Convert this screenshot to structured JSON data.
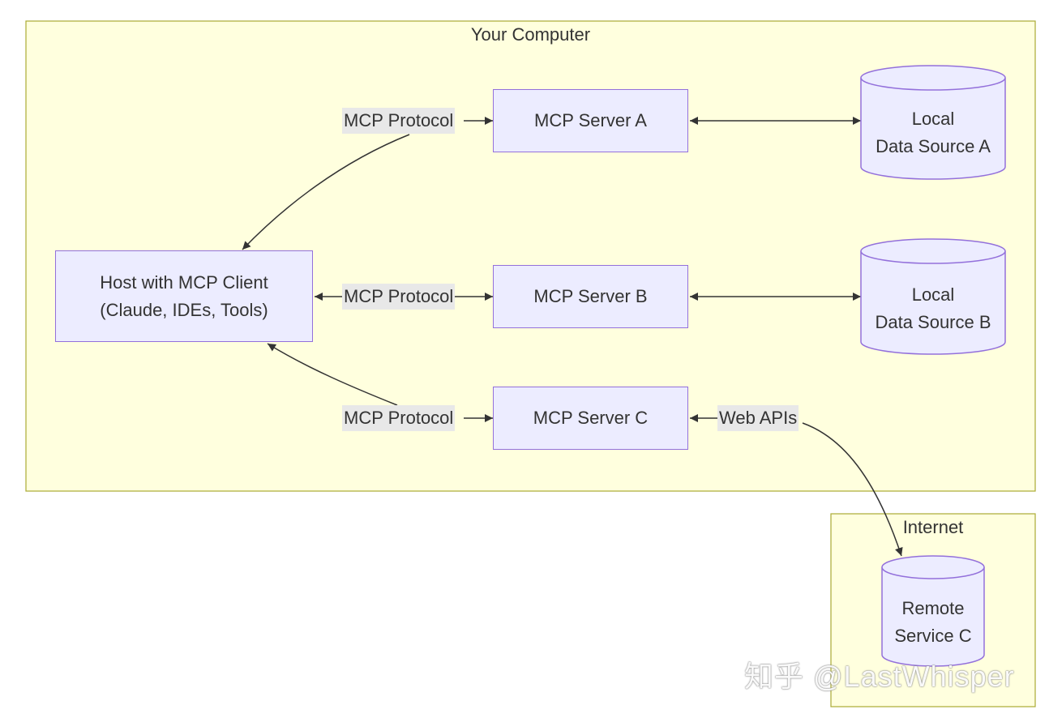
{
  "colors": {
    "cluster_fill": "#ffffde",
    "cluster_border": "#aaaa33",
    "node_fill": "#ececff",
    "node_border": "#9370db",
    "edge": "#333333",
    "edge_label_bg": "#e8e8e8"
  },
  "clusters": {
    "computer": {
      "title": "Your Computer"
    },
    "internet": {
      "title": "Internet"
    }
  },
  "nodes": {
    "host": {
      "line1": "Host with MCP Client",
      "line2": "(Claude, IDEs, Tools)"
    },
    "server_a": {
      "label": "MCP Server A"
    },
    "server_b": {
      "label": "MCP Server B"
    },
    "server_c": {
      "label": "MCP Server C"
    },
    "data_a": {
      "line1": "Local",
      "line2": "Data Source A"
    },
    "data_b": {
      "line1": "Local",
      "line2": "Data Source B"
    },
    "remote_c": {
      "line1": "Remote",
      "line2": "Service C"
    }
  },
  "edges": {
    "protocol_a": "MCP Protocol",
    "protocol_b": "MCP Protocol",
    "protocol_c": "MCP Protocol",
    "web_apis": "Web APIs"
  },
  "watermark": "知乎 @LastWhisper"
}
